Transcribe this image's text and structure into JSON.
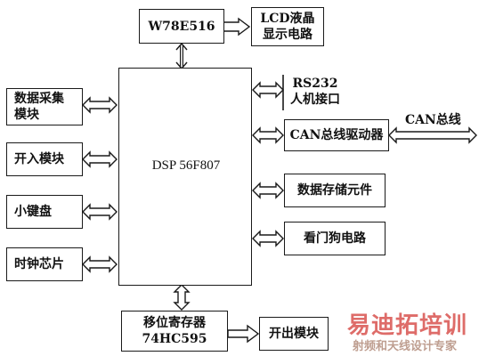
{
  "blocks": {
    "w78e516": "W78E516",
    "lcd_line1": "LCD液晶",
    "lcd_line2": "显示电路",
    "dsp": "DSP 56F807",
    "data_acq_line1": "数据采集",
    "data_acq_line2": "模块",
    "input_module": "开入模块",
    "keypad": "小键盘",
    "clock_chip": "时钟芯片",
    "rs232_line1": "RS232",
    "rs232_line2": "人机接口",
    "can_driver": "CAN总线驱动器",
    "can_bus": "CAN总线",
    "data_storage": "数据存储元件",
    "watchdog": "看门狗电路",
    "shift_reg_line1": "移位寄存器",
    "shift_reg_line2": "74HC595",
    "output_module": "开出模块"
  },
  "watermark": {
    "main": "易迪拓培训",
    "sub": "射频和天线设计专家",
    "main_color": "#d9534f",
    "sub_color": "#c9a89a"
  }
}
